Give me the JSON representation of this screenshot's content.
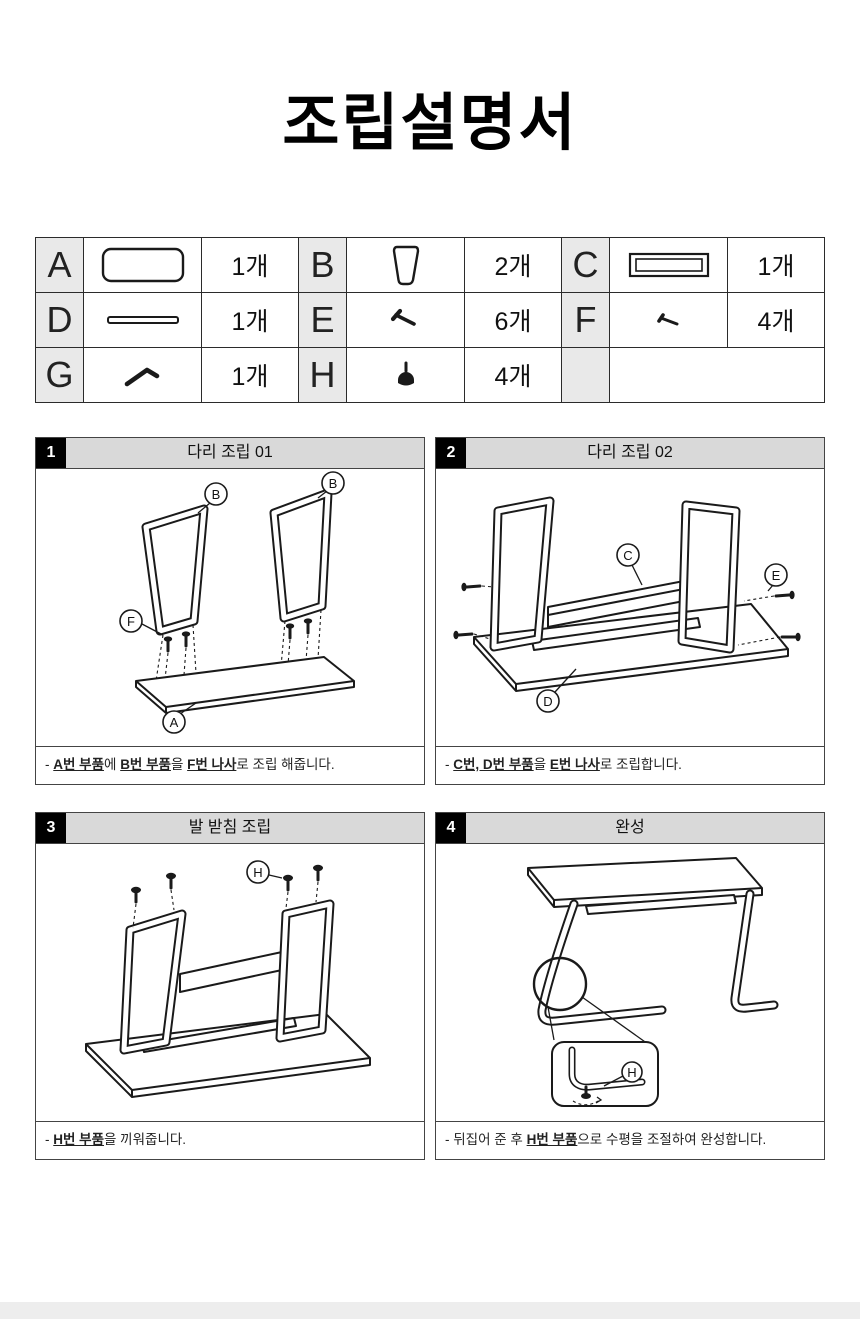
{
  "page": {
    "title": "조립설명서"
  },
  "parts_table": {
    "cells": [
      {
        "letter": "A",
        "count": "1개",
        "icon": "top-panel-icon"
      },
      {
        "letter": "B",
        "count": "2개",
        "icon": "leg-frame-icon"
      },
      {
        "letter": "C",
        "count": "1개",
        "icon": "back-panel-icon"
      },
      {
        "letter": "D",
        "count": "1개",
        "icon": "support-bar-icon"
      },
      {
        "letter": "E",
        "count": "6개",
        "icon": "bolt-icon"
      },
      {
        "letter": "F",
        "count": "4개",
        "icon": "screw-icon"
      },
      {
        "letter": "G",
        "count": "1개",
        "icon": "hex-wrench-icon"
      },
      {
        "letter": "H",
        "count": "4개",
        "icon": "foot-pad-icon"
      },
      {
        "letter": "",
        "count": "",
        "icon": ""
      }
    ]
  },
  "panels": [
    {
      "number": "1",
      "title": "다리 조립 01",
      "labels": [
        "B",
        "B",
        "F",
        "A"
      ],
      "caption": [
        "- ",
        "A번 부품",
        "에 ",
        "B번 부품",
        "을 ",
        "F번 나사",
        "로 조립 해줍니다."
      ]
    },
    {
      "number": "2",
      "title": "다리 조립 02",
      "labels": [
        "C",
        "E",
        "D"
      ],
      "caption": [
        "- ",
        "C번, D번 부품",
        "을 ",
        "E번 나사",
        "로 조립합니다."
      ]
    },
    {
      "number": "3",
      "title": "발 받침 조립",
      "labels": [
        "H"
      ],
      "caption": [
        "- ",
        "H번 부품",
        "을 끼워줍니다."
      ]
    },
    {
      "number": "4",
      "title": "완성",
      "labels": [
        "H"
      ],
      "caption": [
        "- 뒤집어 준 후 ",
        "H번 부품",
        "으로 수평을 조절하여 완성합니다."
      ]
    }
  ]
}
